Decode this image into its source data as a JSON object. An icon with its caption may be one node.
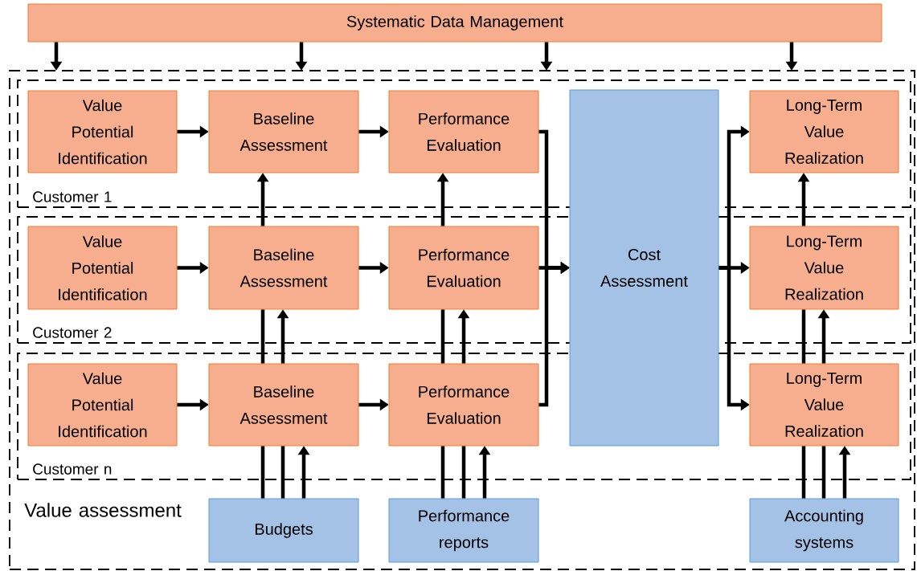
{
  "diagram": {
    "nodes": [
      {
        "text": [
          "Systematic Data Management"
        ]
      },
      {
        "text": [
          "Value assessment"
        ]
      },
      {
        "text": [
          "Customer 1"
        ],
        "in": 1
      },
      {
        "text": [
          "Value Potential Identification"
        ],
        "in": 2
      },
      {
        "text": [
          "Baseline Assessment"
        ],
        "in": 2
      },
      {
        "text": [
          "Performance Evaluation"
        ],
        "in": 2
      },
      {
        "text": [
          "Long-Term Value Realization"
        ],
        "in": 2
      },
      {
        "text": [
          "Customer 2"
        ],
        "in": 1
      },
      {
        "text": [
          "Value Potential Identification"
        ],
        "in": 7
      },
      {
        "text": [
          "Baseline Assessment"
        ],
        "in": 7
      },
      {
        "text": [
          "Performance Evaluation"
        ],
        "in": 7
      },
      {
        "text": [
          "Long-Term Value Realization"
        ],
        "in": 7
      },
      {
        "text": [
          "Customer n"
        ],
        "in": 1
      },
      {
        "text": [
          "Value Potential Identification"
        ],
        "in": 12
      },
      {
        "text": [
          "Baseline Assessment"
        ],
        "in": 12
      },
      {
        "text": [
          "Performance Evaluation"
        ],
        "in": 12
      },
      {
        "text": [
          "Long-Term Value Realization"
        ],
        "in": 12
      },
      {
        "text": [
          "Cost Assessment"
        ],
        "in": 1
      },
      {
        "text": [
          "Budgets"
        ],
        "in": 1
      },
      {
        "text": [
          "Performance reports"
        ],
        "in": 1
      },
      {
        "text": [
          "Accounting systems"
        ],
        "in": 1
      }
    ],
    "edges": [
      {
        "from": 0,
        "to": 1,
        "arrow": "to"
      },
      {
        "from": 0,
        "to": 1,
        "arrow": "to"
      },
      {
        "from": 0,
        "to": 1,
        "arrow": "to"
      },
      {
        "from": 0,
        "to": 1,
        "arrow": "to"
      },
      {
        "from": 3,
        "to": 4,
        "arrow": "to"
      },
      {
        "from": 4,
        "to": 5,
        "arrow": "to"
      },
      {
        "from": 8,
        "to": 9,
        "arrow": "to"
      },
      {
        "from": 9,
        "to": 10,
        "arrow": "to"
      },
      {
        "from": 13,
        "to": 14,
        "arrow": "to"
      },
      {
        "from": 14,
        "to": 15,
        "arrow": "to"
      },
      {
        "from": 18,
        "to": 14,
        "arrow": "none"
      },
      {
        "from": 14,
        "to": 9,
        "arrow": "none"
      },
      {
        "from": 9,
        "to": 4,
        "arrow": "to"
      },
      {
        "from": 18,
        "to": 14,
        "arrow": "none"
      },
      {
        "from": 14,
        "to": 9,
        "arrow": "to"
      },
      {
        "from": 18,
        "to": 14,
        "arrow": "to"
      },
      {
        "from": 19,
        "to": 15,
        "arrow": "none"
      },
      {
        "from": 15,
        "to": 10,
        "arrow": "none"
      },
      {
        "from": 10,
        "to": 5,
        "arrow": "to"
      },
      {
        "from": 19,
        "to": 15,
        "arrow": "none"
      },
      {
        "from": 15,
        "to": 10,
        "arrow": "to"
      },
      {
        "from": 19,
        "to": 15,
        "arrow": "to"
      },
      {
        "from": 20,
        "to": 16,
        "arrow": "none"
      },
      {
        "from": 16,
        "to": 11,
        "arrow": "none"
      },
      {
        "from": 11,
        "to": 6,
        "arrow": "to"
      },
      {
        "from": 20,
        "to": 16,
        "arrow": "none"
      },
      {
        "from": 16,
        "to": 11,
        "arrow": "to"
      },
      {
        "from": 20,
        "to": 16,
        "arrow": "to"
      },
      {
        "from": 5,
        "to": 17,
        "arrow": "to"
      },
      {
        "from": 10,
        "to": 17,
        "arrow": "to"
      },
      {
        "from": 15,
        "to": 17,
        "arrow": "to"
      },
      {
        "from": 17,
        "to": 6,
        "arrow": "to"
      },
      {
        "from": 17,
        "to": 11,
        "arrow": "to"
      },
      {
        "from": 17,
        "to": 16,
        "arrow": "to"
      }
    ]
  }
}
